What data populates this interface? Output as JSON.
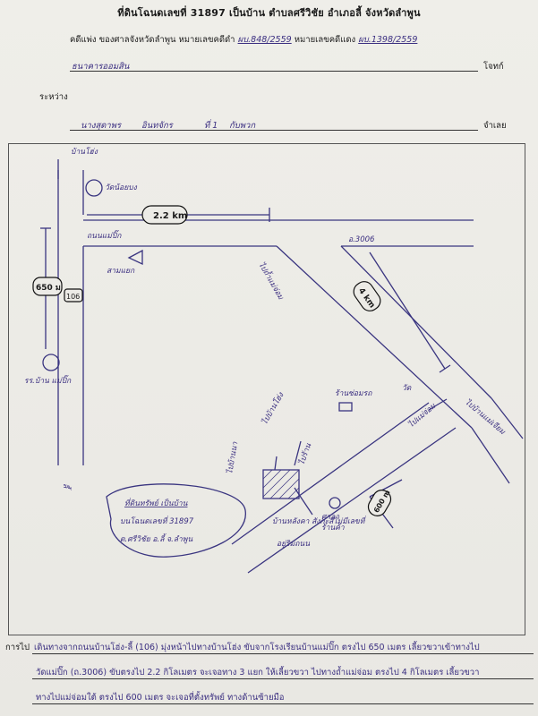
{
  "header": {
    "title": "ที่ดินโฉนดเลขที่ 31897  เป็นบ้าน  ตำบลศรีวิชัย  อำเภอลี้  จังหวัดลำพูน"
  },
  "case": {
    "prefix": "คดีแพ่ง  ของศาลจังหวัดลำพูน  หมายเลขคดีดำ",
    "black_no": "ผบ.848/2559",
    "red_label": "หมายเลขคดีแดง",
    "red_no": "ผบ.1398/2559"
  },
  "plaintiff": {
    "name": "ธนาคารออมสิน",
    "role": "โจทก์"
  },
  "between": "ระหว่าง",
  "defendant": {
    "name": "นางสุดาพร",
    "surname": "อินทจักร",
    "no": "ที่ 1",
    "with": "กับพวก",
    "role": "จำเลย"
  },
  "map": {
    "top_village": "บ้านโฮ่ง",
    "temple": "วัดน้อยบง",
    "distance_top": "2.2 km",
    "road_main": "ถนนแม่ปิ๊ก",
    "road_3006": "อ.3006",
    "intersection_left": "สามแยก",
    "left_dist": "650 ม",
    "road_106": "106",
    "school_left": "รร.บ้าน แม่ปิ๊ก",
    "bottom_village": "ลี้",
    "to_thamnamjom": "ไปถ้ำแม่จ่อม",
    "dist_4km": "4 km",
    "shop": "ร้านซ่อมรถ",
    "temple_right": "วัด",
    "to_right": "ไปแม่จ่อม",
    "to_lower_right": "ไปบ้านแม่เจียม",
    "to_north_road": "ไปบ้านโฮ่ง",
    "to_left_road": "ไปบ้านนา",
    "property_label_1": "ที่ดินทรัพย์  เป็นบ้าน",
    "property_label_2": "บนโฉนดเลขที่ 31897",
    "property_label_3": "ต.ศรีวิชัย อ.ลี้ จ.ลำพูน",
    "dist_600": "600 m",
    "house_note": "บ้านหลังคา สังกะสีไม่มีเลขที่",
    "house_note2": "อยู่ริมถนน",
    "small_label_1": "ศาลา",
    "small_label_2": "ร้านค้า",
    "right_arrow_label": "ไปร้าน"
  },
  "directions": {
    "label": "การไป",
    "line1": "เดินทางจากถนนบ้านโฮ่ง-ลี้ (106) มุ่งหน้าไปทางบ้านโฮ่ง ขับจากโรงเรียนบ้านแม่ปิ๊ก ตรงไป 650 เมตร เลี้ยวขวาเข้าทางไป",
    "line2": "วัดแม่ปิ๊ก (ถ.3006) ขับตรงไป 2.2 กิโลเมตร จะเจอทาง 3 แยก ให้เลี้ยวขวา ไปทางถ้ำแม่จ่อม ตรงไป 4 กิโลเมตร เลี้ยวขวา",
    "line3": "ทางไปแม่จ่อมใต้ ตรงไป 600 เมตร จะเจอที่ตั้งทรัพย์ ทางด้านซ้ายมือ"
  },
  "colors": {
    "ink": "#3a2e80",
    "print": "#1a1a1a"
  }
}
